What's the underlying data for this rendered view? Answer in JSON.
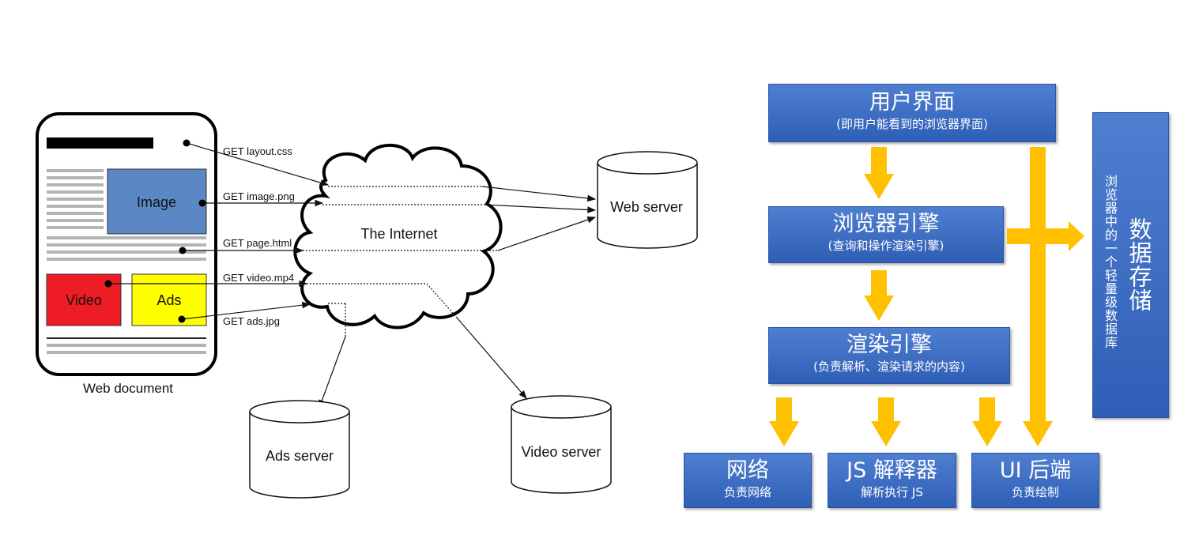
{
  "left_diagram": {
    "doc_image_label": "Image",
    "doc_video_label": "Video",
    "doc_ads_label": "Ads",
    "doc_caption": "Web document",
    "cloud_label": "The Internet",
    "requests": [
      "GET layout.css",
      "GET image.png",
      "GET page.html",
      "GET video.mp4",
      "GET ads.jpg"
    ],
    "servers": {
      "web": "Web server",
      "ads": "Ads server",
      "video": "Video server"
    },
    "colors": {
      "image": "#5b87c4",
      "video": "#ee1c24",
      "ads": "#ffff00"
    }
  },
  "right_diagram": {
    "ui": {
      "title": "用户界面",
      "sub": "(即用户能看到的浏览器界面)"
    },
    "browser": {
      "title": "浏览器引擎",
      "sub": "(查询和操作渲染引擎)"
    },
    "render": {
      "title": "渲染引擎",
      "sub": "(负责解析、渲染请求的内容)"
    },
    "network": {
      "title": "网络",
      "sub": "负责网络"
    },
    "js": {
      "title": "JS 解释器",
      "sub": "解析执行 JS"
    },
    "backend": {
      "title": "UI 后端",
      "sub": "负责绘制"
    },
    "storage": {
      "sub": "浏览器中的一个轻量级数据库",
      "title": "数据存储"
    },
    "colors": {
      "box": "#3c6cc4",
      "arrow": "#ffc000"
    }
  }
}
